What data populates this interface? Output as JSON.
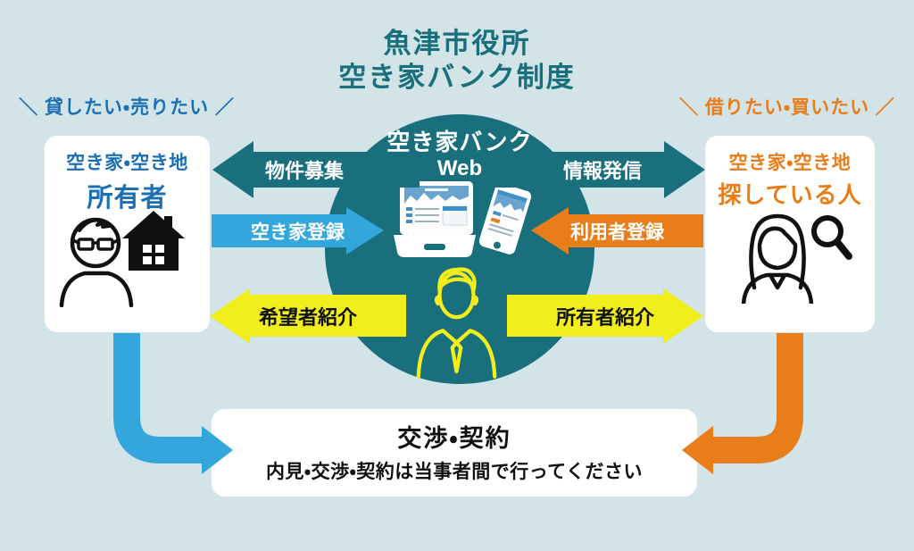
{
  "title": {
    "line1": "魚津市役所",
    "line2": "空き家バンク制度"
  },
  "left": {
    "label": "＼ 貸したい・売りたい ／",
    "card_line1": "空き家・空き地",
    "card_line2": "所有者"
  },
  "right": {
    "label": "＼ 借りたい・買いたい ／",
    "card_line1": "空き家・空き地",
    "card_line2": "探している人"
  },
  "center": {
    "line1": "空き家バンク",
    "line2": "Web"
  },
  "arrows": {
    "recruit": "物件募集",
    "info": "情報発信",
    "vacant_register": "空き家登録",
    "user_register": "利用者登録",
    "applicant_intro": "希望者紹介",
    "owner_intro": "所有者紹介"
  },
  "bottom": {
    "title": "交渉・契約",
    "subtitle": "内見・交渉・契約は当事者間で行ってください"
  },
  "icons": {
    "left_card": [
      "man-with-glasses-icon",
      "house-icon"
    ],
    "right_card": [
      "woman-icon",
      "magnifier-icon"
    ],
    "center": [
      "laptop-icon",
      "smartphone-icon",
      "staff-person-icon"
    ]
  },
  "colors": {
    "bg": "#d3e4e8",
    "teal": "#1a6f7d",
    "blue": "#1b6fb5",
    "lightblue": "#33a6db",
    "orange": "#e87d1a",
    "yellow": "#f2ee1b",
    "ink": "#111111"
  }
}
